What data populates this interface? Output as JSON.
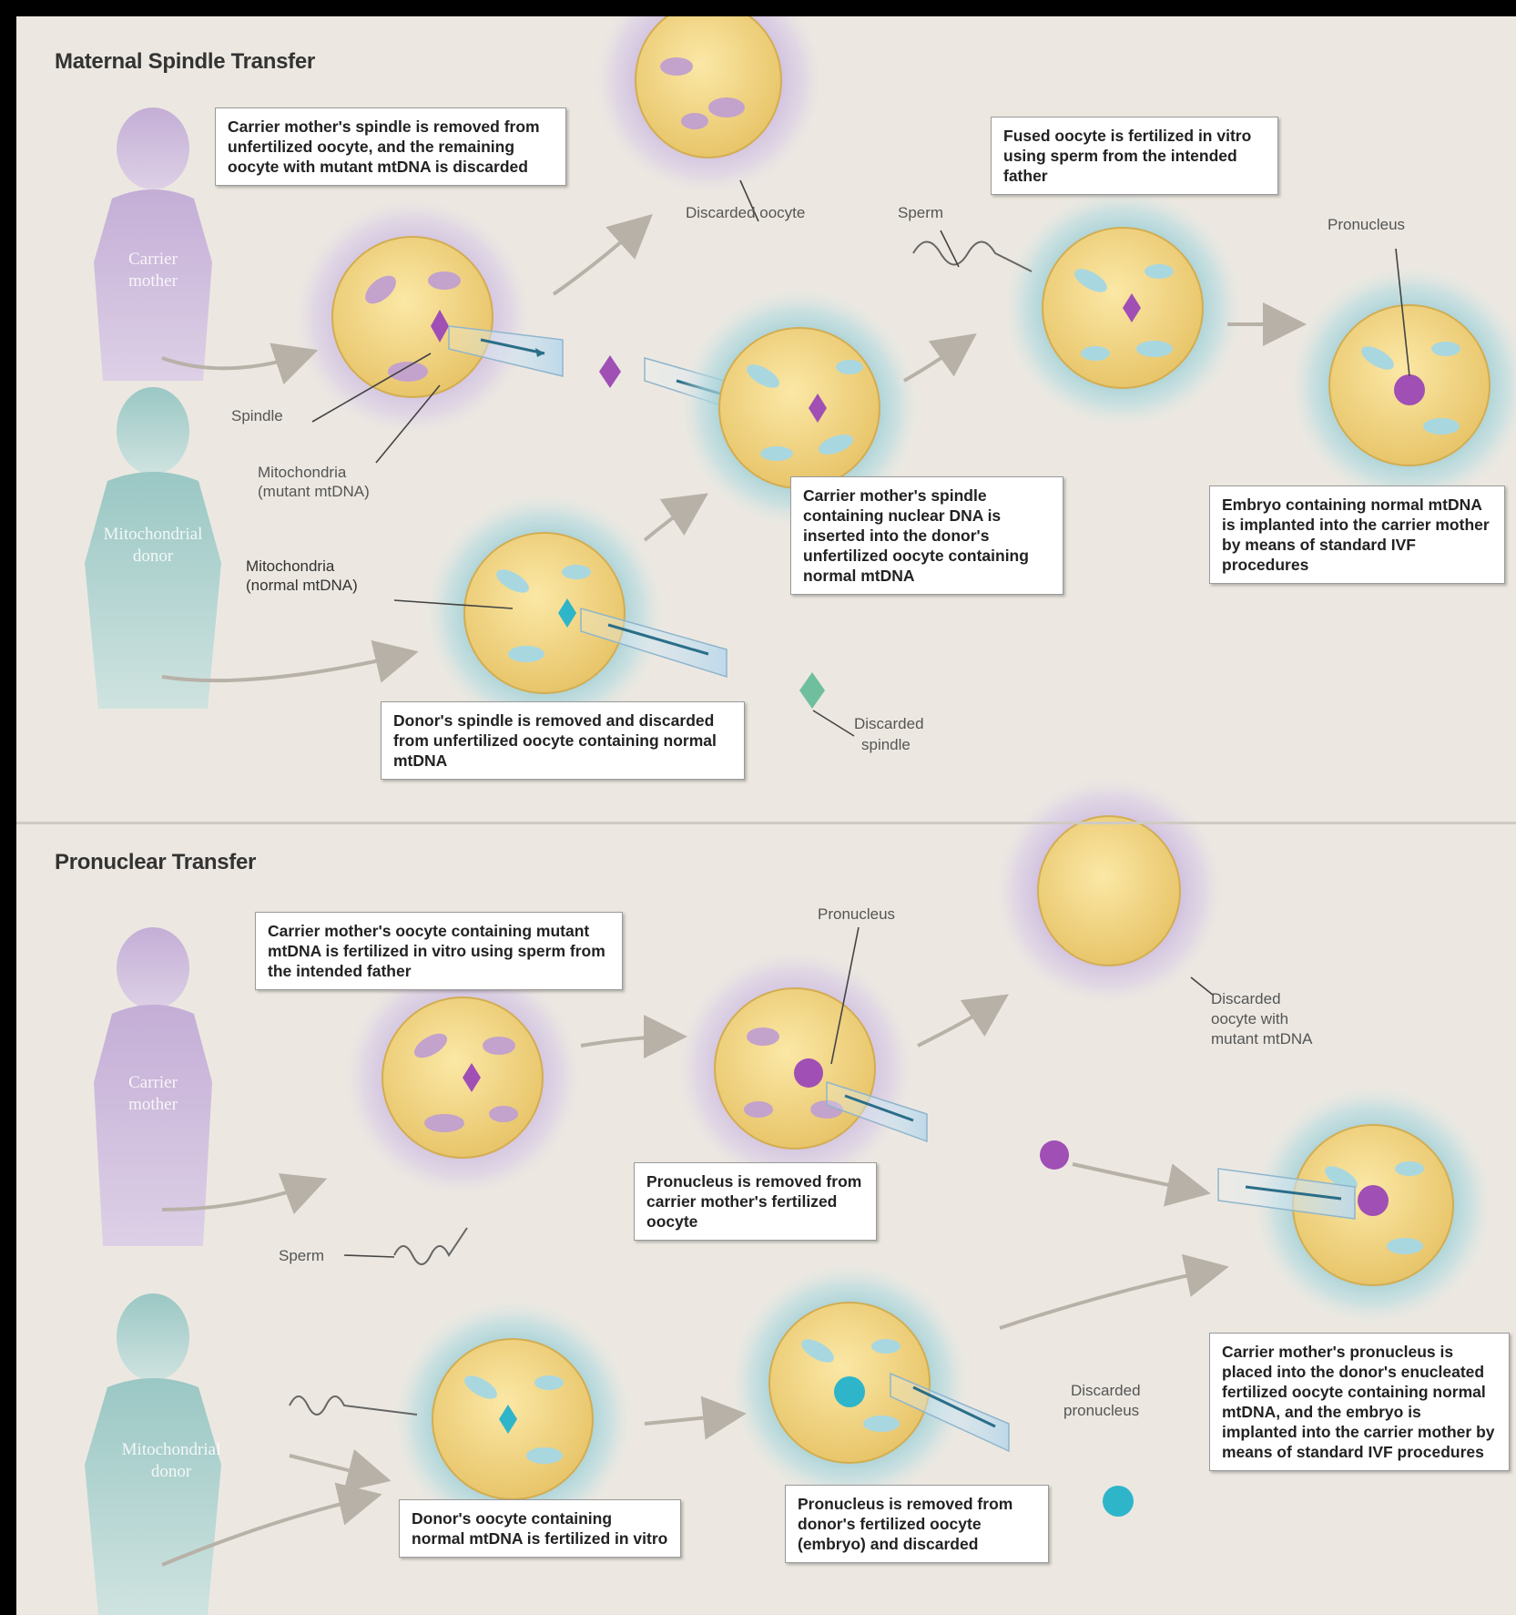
{
  "sections": {
    "maternal_spindle_transfer": {
      "title": "Maternal Spindle Transfer",
      "callouts": {
        "spindle_removed": "Carrier mother's spindle is removed from unfertilized oocyte, and the remaining oocyte with mutant mtDNA is discarded",
        "fused_fertilized": "Fused oocyte is fertilized in vitro using sperm from the intended father",
        "spindle_inserted": "Carrier mother's spindle containing nuclear DNA is inserted into the donor's unfertilized oocyte containing normal mtDNA",
        "embryo_implanted": "Embryo containing normal mtDNA is implanted into the carrier mother by means of standard IVF procedures",
        "donor_spindle_removed": "Donor's spindle is removed and discarded from unfertilized oocyte containing normal mtDNA"
      },
      "labels": {
        "discarded_oocyte": "Discarded oocyte",
        "sperm": "Sperm",
        "pronucleus": "Pronucleus",
        "spindle": "Spindle",
        "mito_mutant_1": "Mitochondria",
        "mito_mutant_2": "(mutant mtDNA)",
        "mito_normal_1": "Mitochondria",
        "mito_normal_2": "(normal mtDNA)",
        "discarded_spindle_1": "Discarded",
        "discarded_spindle_2": "spindle",
        "carrier_mother_1": "Carrier",
        "carrier_mother_2": "mother",
        "mito_donor_1": "Mitochondrial",
        "mito_donor_2": "donor"
      }
    },
    "pronuclear_transfer": {
      "title": "Pronuclear Transfer",
      "callouts": {
        "oocyte_fertilized": "Carrier mother's oocyte containing mutant mtDNA is fertilized in vitro using sperm from the intended father",
        "pronucleus_removed": "Pronucleus is removed from carrier mother's fertilized oocyte",
        "donor_fertilized": "Donor's oocyte containing normal mtDNA is fertilized in vitro",
        "donor_pronucleus_removed": "Pronucleus is removed from donor's fertilized oocyte (embryo) and discarded",
        "pronucleus_placed": "Carrier mother's pronucleus is placed into the donor's enucleated fertilized oocyte containing normal mtDNA, and the embryo is implanted into the carrier mother by means of standard IVF procedures"
      },
      "labels": {
        "pronucleus": "Pronucleus",
        "discarded_oocyte_1": "Discarded",
        "discarded_oocyte_2": "oocyte with",
        "discarded_oocyte_3": "mutant mtDNA",
        "sperm": "Sperm",
        "discarded_pronucleus_1": "Discarded",
        "discarded_pronucleus_2": "pronucleus",
        "carrier_mother_1": "Carrier",
        "carrier_mother_2": "mother",
        "mito_donor_1": "Mitochondrial",
        "mito_donor_2": "donor"
      }
    }
  },
  "colors": {
    "background": "#ece8e1",
    "carrier_purple": "#c7b3d8",
    "donor_teal": "#9fc9c9",
    "cytoplasm_yellow": "#f3d98a",
    "corona_purple": "#c9b6dd",
    "corona_teal": "#9fd0d6",
    "spindle_magenta": "#a04fb5",
    "nucleus_cyan": "#2fb5c9"
  }
}
